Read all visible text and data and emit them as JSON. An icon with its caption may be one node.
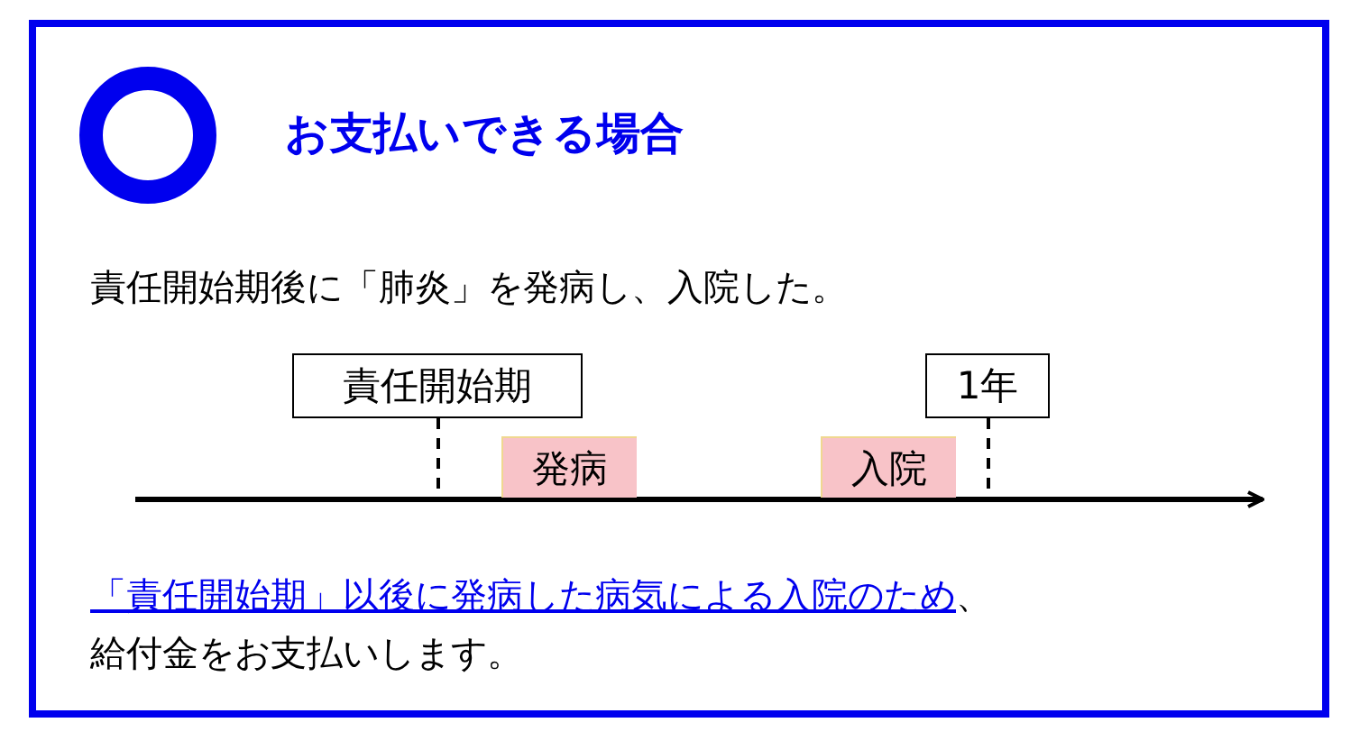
{
  "diagram": {
    "title": "お支払いできる場合",
    "nodes": [
      {
        "text": [],
        "shape": "circle"
      },
      {
        "text": [
          "責任開始期"
        ]
      },
      {
        "text": [
          "1年"
        ]
      },
      {
        "text": [
          "発病"
        ]
      },
      {
        "text": [
          "入院"
        ]
      },
      {
        "text": [],
        "shape": "arrow"
      }
    ],
    "edges": [
      {
        "from": 1,
        "to": 5,
        "arrow": "none",
        "style": "dashed"
      },
      {
        "from": 2,
        "to": 5,
        "arrow": "none",
        "style": "dashed"
      }
    ],
    "labels": [
      "責任開始期後に「肺炎」を発病し、入院した。",
      "「責任開始期」以後に発病した病気による入院のため",
      "、給付金をお支払いします。"
    ]
  }
}
